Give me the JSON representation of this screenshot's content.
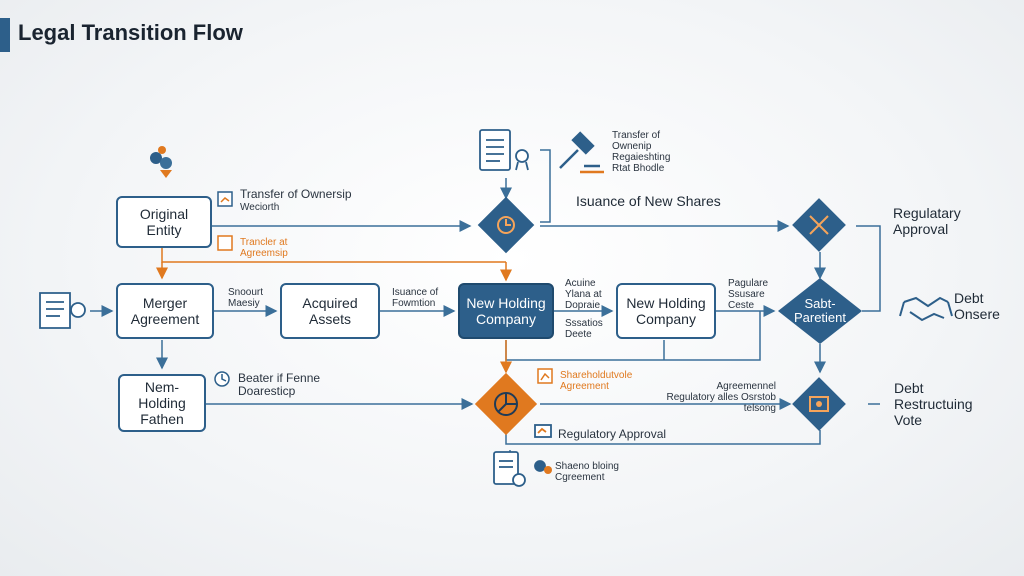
{
  "title": "Legal Transition Flow",
  "colors": {
    "accent": "#2d5f8a",
    "orange": "#e0791f",
    "line": "#3b6f99"
  },
  "boxes": {
    "original_entity": "Original\nEntity",
    "merger_agreement": "Merger\nAgreement",
    "acquired_assets": "Acquired\nAssets",
    "new_holding_company_dark": "New Holding\nCompany",
    "new_holding_company": "New Holding\nCompany",
    "nem_holding_fathen": "Nem-\nHolding\nFathen"
  },
  "diamonds": {
    "sabt_paretient": "Sabt-\nParetient"
  },
  "labels": {
    "transfer_of_ownership_1": "Transfer of Ownersip",
    "transfer_of_ownership_1_sub": "Weciorth",
    "trancler_agreement": "Trancler at\nAgreemsip",
    "snoourt": "Snoourt\nMaesiy",
    "issuance_forumtion": "Isuance of\nFowmtion",
    "acuine_ylana": "Acuine\nYlana at\nDopraie",
    "ssiatios_deete": "Sssatios\nDeete",
    "pagulare": "Pagulare\nSsusare\nCeste",
    "transfer_top": "Transfer of\nOwnenip\nRegaieshting\nRtat Bhodle",
    "issuance_new_shares": "Isuance of New Shares",
    "regulatory_approval_right": "Regulatary\nApproval",
    "debt_onsere": "Debt\nOnsere",
    "beater_fenne": "Beater if Fenne\nDoaresticp",
    "shareholder_vote": "Shareholdutvole\nAgreement",
    "agreement_regulatory": "Agreemennel\nRegulatory alles Osrstob telsong",
    "regulatory_approval_bottom": "Regulatory Approval",
    "debt_restructuring_vote": "Debt\nRestructuing\nVote",
    "shaeno_bloing": "Shaeno bloing\nCgreement"
  },
  "icons": [
    "people-icon",
    "document-icon",
    "gavel-icon",
    "handshake-icon",
    "scroll-icon",
    "chart-icon",
    "monitor-icon",
    "certificate-icon"
  ]
}
